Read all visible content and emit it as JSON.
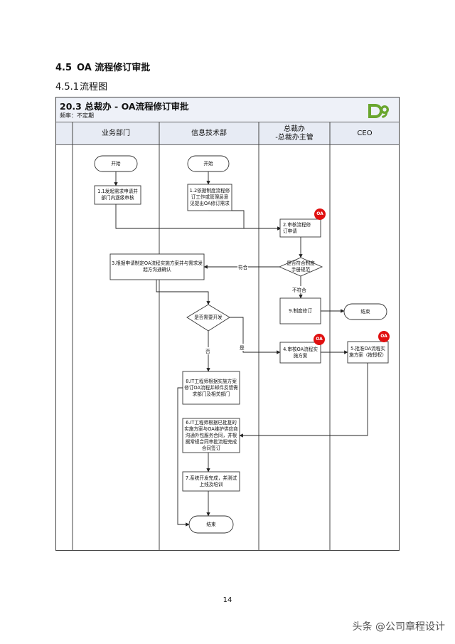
{
  "heading": {
    "number": "4.5",
    "text": "OA 流程修订审批"
  },
  "subheading": {
    "number": "4.5.1",
    "text": "流程图"
  },
  "chart": {
    "title": "20.3 总裁办 - OA流程修订审批",
    "frequency": "频率：不定期",
    "lanes": [
      {
        "label": "业务部门"
      },
      {
        "label": "信息技术部"
      },
      {
        "label": "总裁办\n-总裁办主管"
      },
      {
        "label": "CEO"
      }
    ],
    "nodes": {
      "start_business": "开始",
      "start_it": "开始",
      "n1_1": "1.1发起需求申请并部门内逐级审核",
      "n1_2": "1.2依据制度流程修订工作或管理层意见提出OA修订需求",
      "n2": "2.审核流程修订申请",
      "n3": "3.根据申请制定OA流程实施方案并与需求发起方沟通确认",
      "d_compliance": "是否符合制度手册规范",
      "n9": "9.制度修订",
      "end_ceo": "结束",
      "d_dev": "是否需要开发",
      "n4": "4.审核OA流程实施方案",
      "n5": "5.批准OA流程实施方案（按授权）",
      "n8": "8.IT工程师根据实施方案修订OA流程并邮件反馈需求部门及相关部门",
      "n6": "6.IT工程师根据已批复的实施方案与OA维护供应商沟通外包服务合同，并根据常规合同审批流程完成合同签订",
      "n7": "7.系统开发完成，并测试上线及培训",
      "end_it": "结束"
    },
    "edge_labels": {
      "comply": "符合",
      "not_comply": "不符合",
      "yes": "是",
      "no": "否"
    },
    "oa_badge": "OA"
  },
  "page_number": "14",
  "watermark": "头条 @公司章程设计"
}
